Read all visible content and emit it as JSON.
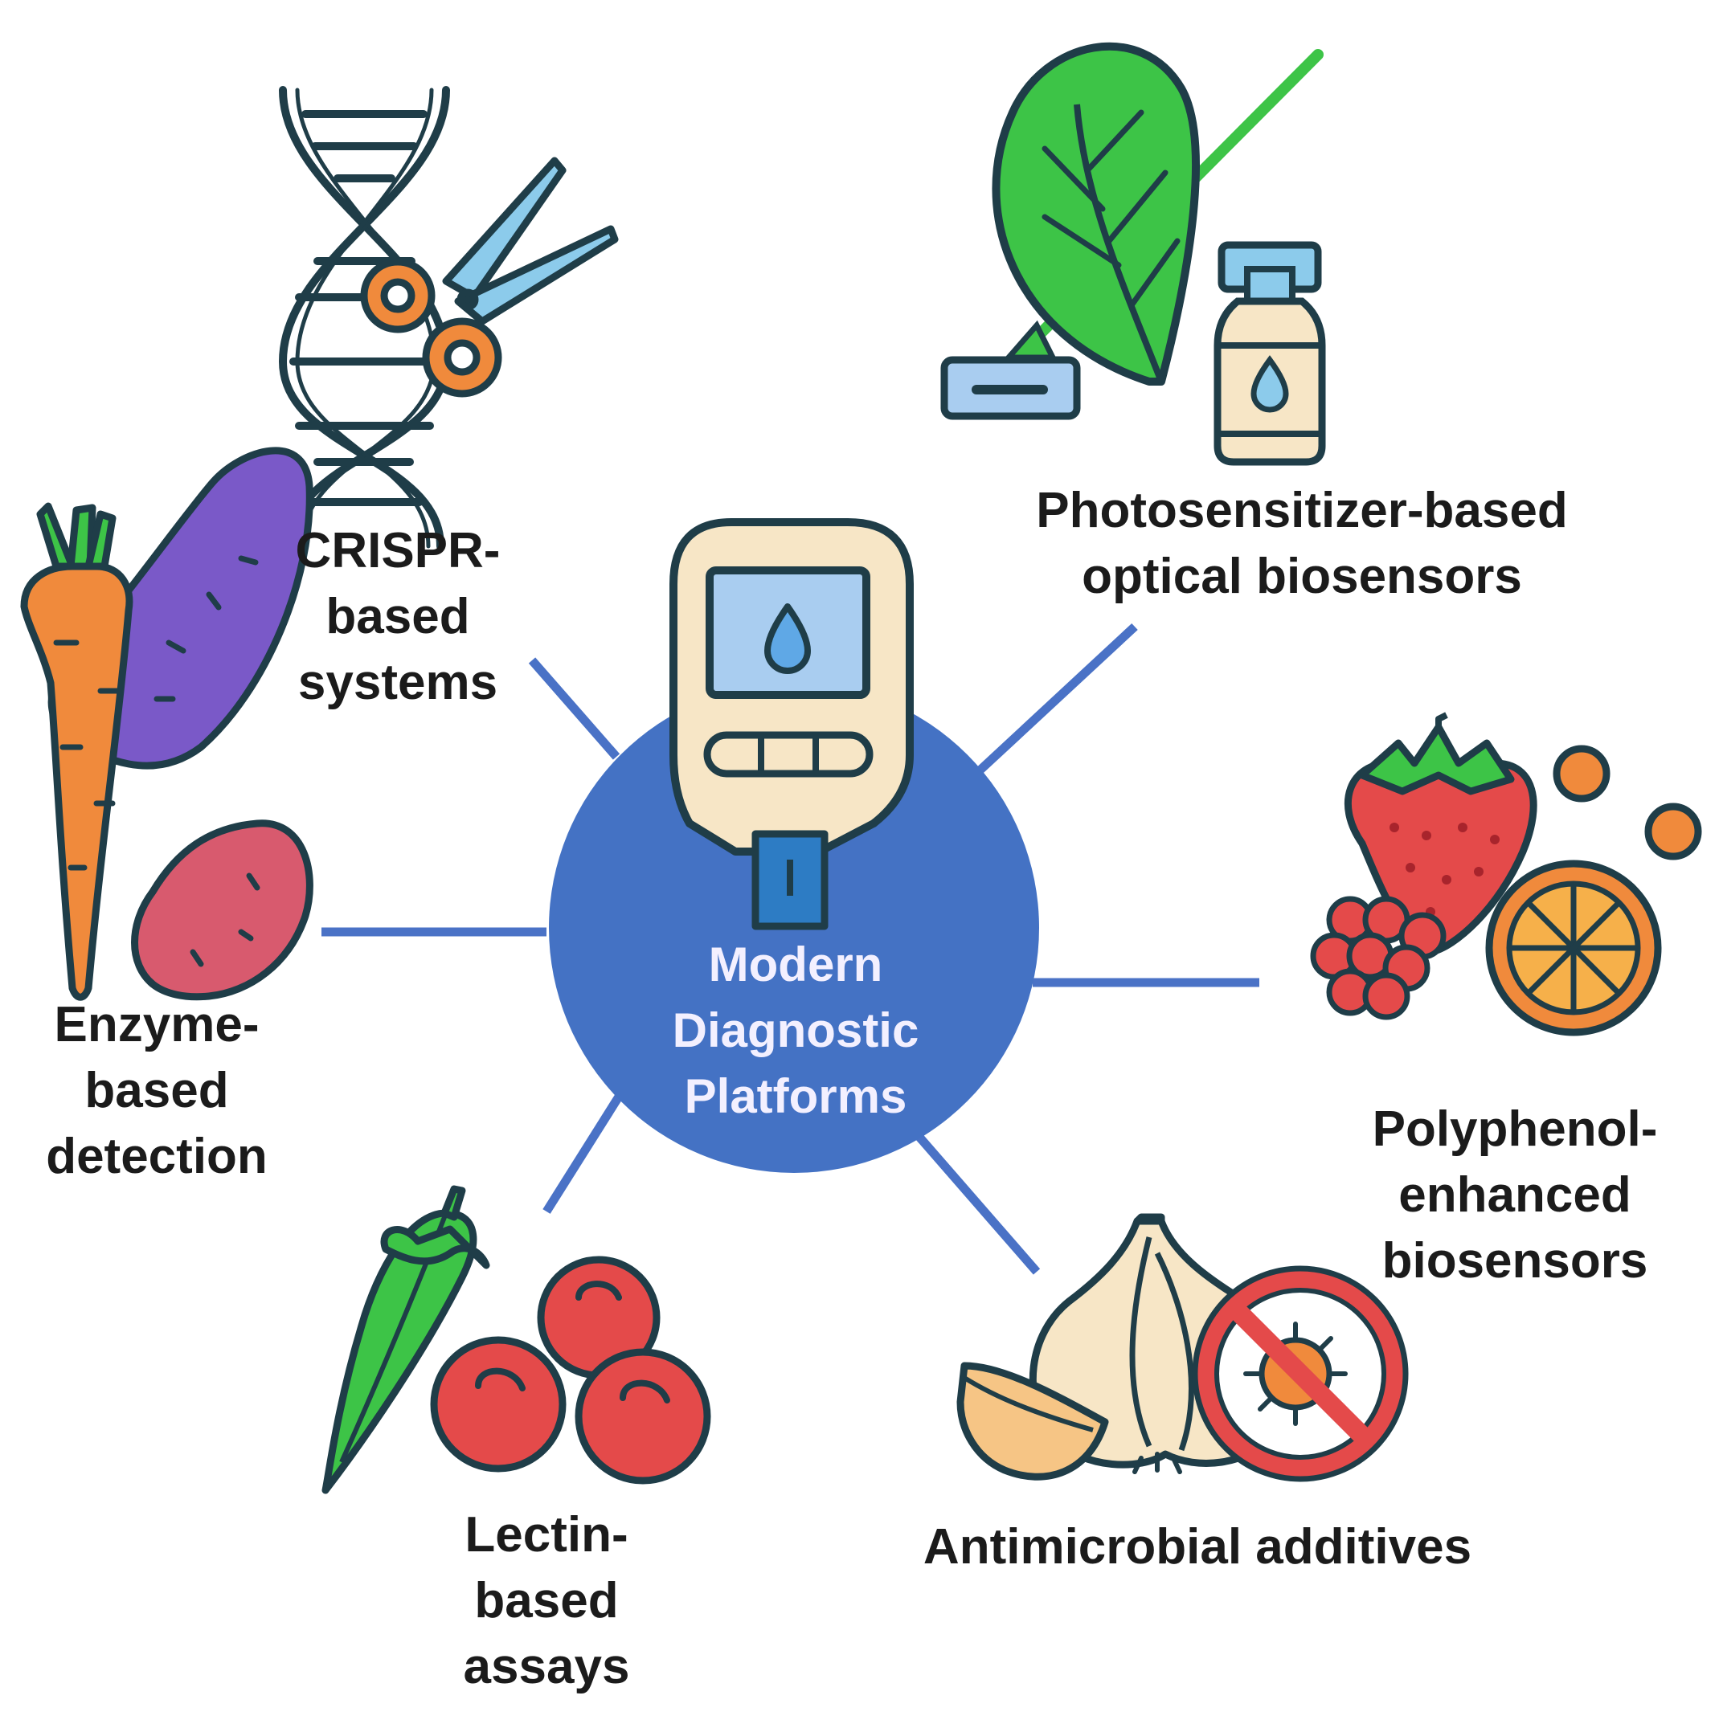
{
  "center": {
    "lines": [
      "Modern",
      "Diagnostic",
      "Platforms"
    ]
  },
  "nodes": [
    {
      "id": "crispr",
      "lines": [
        "CRISPR-",
        "based",
        "systems"
      ],
      "icon": "dna-scissors-icon"
    },
    {
      "id": "photosensitizer",
      "lines": [
        "Photosensitizer-based",
        "optical biosensors"
      ],
      "icon": "leaf-vial-icon"
    },
    {
      "id": "enzyme",
      "lines": [
        "Enzyme-",
        "based",
        "detection"
      ],
      "icon": "root-vegetables-icon"
    },
    {
      "id": "polyphenol",
      "lines": [
        "Polyphenol-",
        "enhanced",
        "biosensors"
      ],
      "icon": "fruits-icon"
    },
    {
      "id": "lectin",
      "lines": [
        "Lectin-",
        "based",
        "assays"
      ],
      "icon": "okra-beans-icon"
    },
    {
      "id": "antimicrobial",
      "lines": [
        "Antimicrobial additives"
      ],
      "icon": "garlic-no-microbe-icon"
    }
  ],
  "colors": {
    "hub": "#4472c4",
    "connector": "#4a72c6",
    "outline": "#1f3d48",
    "label": "#1b1b1b"
  }
}
